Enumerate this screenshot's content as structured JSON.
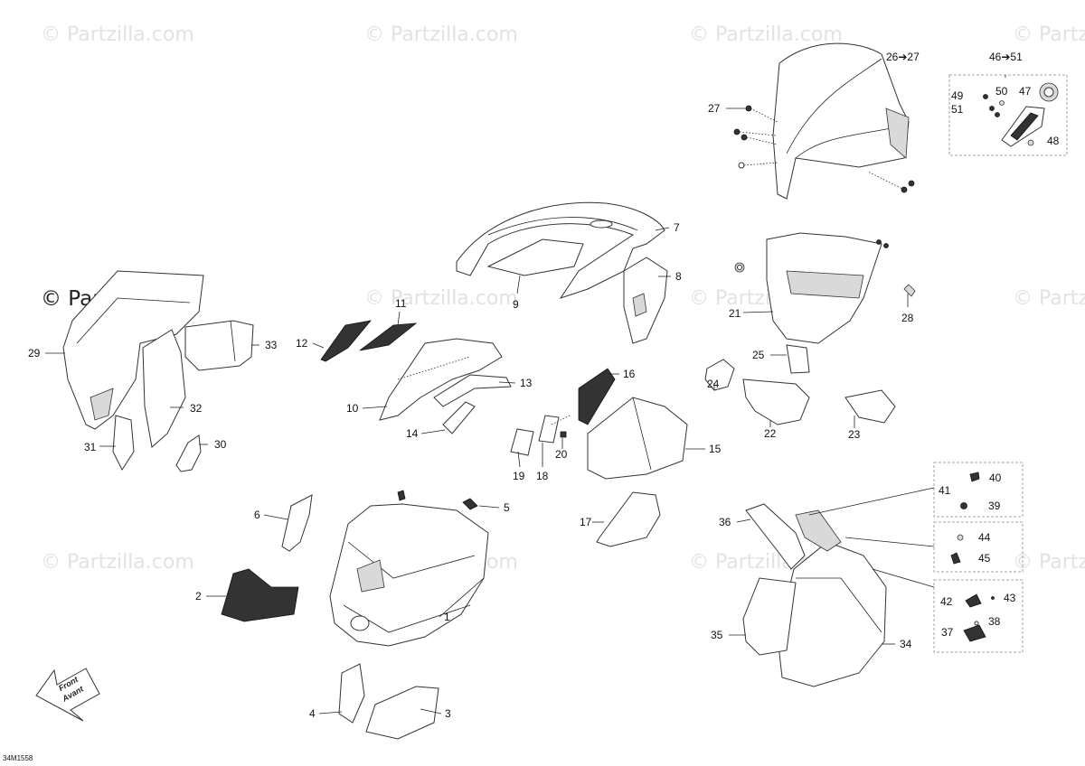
{
  "watermarks": [
    "© Partzilla.com",
    "© Partzilla.com",
    "© Partzilla.com",
    "© Partz",
    "© Partzilla.com",
    "© Partzilla.com",
    "© Partzilla.com",
    "© Partz",
    "© Partzilla.com",
    "© Partzilla.com",
    "© Partzilla.com",
    "© Partz"
  ],
  "doc_id": "34M1558",
  "front_arrow": {
    "line1": "Front",
    "line2": "Avant"
  },
  "callouts": {
    "c1": "1",
    "c2": "2",
    "c3": "3",
    "c4": "4",
    "c5": "5",
    "c6": "6",
    "c7": "7",
    "c8": "8",
    "c9": "9",
    "c10": "10",
    "c11": "11",
    "c12": "12",
    "c13": "13",
    "c14": "14",
    "c15": "15",
    "c16": "16",
    "c17": "17",
    "c18": "18",
    "c19": "19",
    "c20": "20",
    "c21": "21",
    "c22": "22",
    "c23": "23",
    "c24": "24",
    "c25": "25",
    "c26_27": "26➔27",
    "c27": "27",
    "c28": "28",
    "c29": "29",
    "c30": "30",
    "c31": "31",
    "c32": "32",
    "c33": "33",
    "c34": "34",
    "c35": "35",
    "c36": "36",
    "c37": "37",
    "c38": "38",
    "c39": "39",
    "c40": "40",
    "c41": "41",
    "c42": "42",
    "c43": "43",
    "c44": "44",
    "c45": "45",
    "c46_51": "46➔51",
    "c47": "47",
    "c48": "48",
    "c49": "49",
    "c50": "50",
    "c51": "51"
  }
}
